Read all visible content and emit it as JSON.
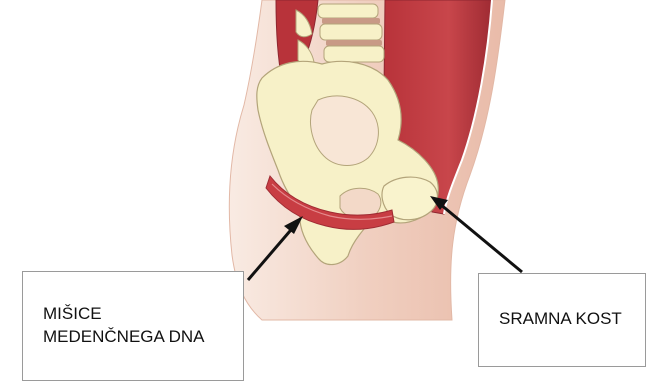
{
  "labels": {
    "pelvic_floor_muscles": {
      "lines": [
        "MIŠICE",
        "MEDENČNEGA DNA"
      ]
    },
    "pubic_bone": {
      "lines": [
        "SRAMNA KOST"
      ]
    }
  },
  "colors": {
    "skin_light": "#f6e3d8",
    "skin_mid": "#eec8b8",
    "muscle_red": "#c83d43",
    "muscle_dark": "#a52e35",
    "bone": "#f7f1c8",
    "bone_outline": "#b3a47a",
    "disc": "#c89a86",
    "arrow": "#111111"
  }
}
